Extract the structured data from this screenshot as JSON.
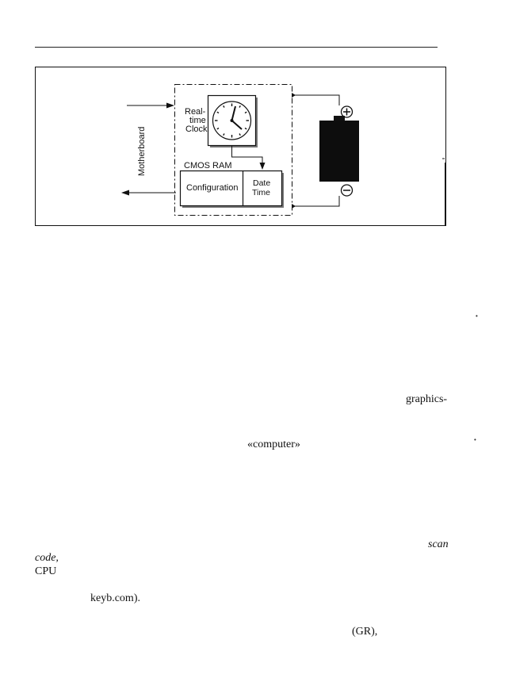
{
  "figure": {
    "rtc_label_1": "Real-",
    "rtc_label_2": "time",
    "rtc_label_3": "Clock",
    "cmos_label": "CMOS RAM",
    "config_label": "Configuration",
    "date_label": "Date",
    "time_label": "Time",
    "motherboard_label": "Motherboard",
    "plus_sign": "+",
    "minus_sign": "-"
  },
  "text_fragments": {
    "graphics": "graphics-",
    "computer": "«computer»",
    "scan": "scan",
    "code": "code,",
    "cpu": "CPU",
    "keyb": "keyb.com).",
    "gr": "(GR),"
  }
}
